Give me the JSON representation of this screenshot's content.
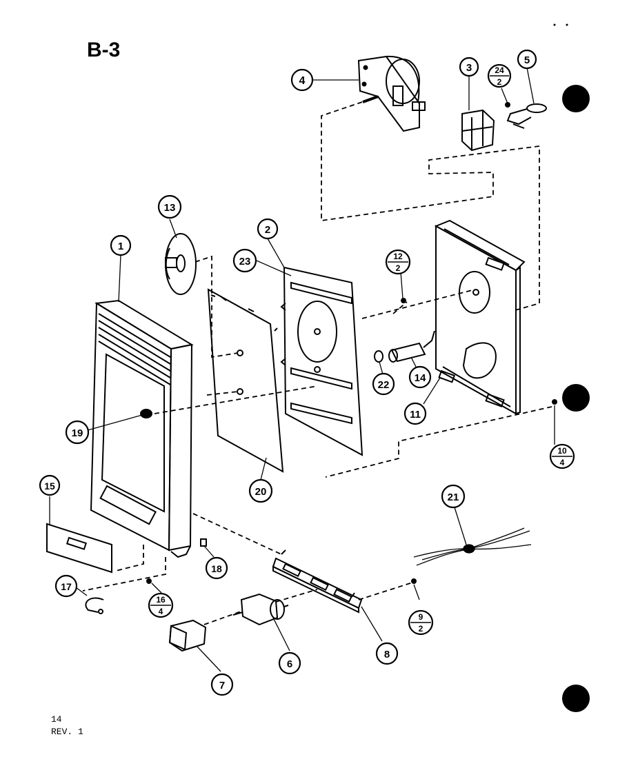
{
  "title": "B-3",
  "footer": {
    "page": "14",
    "revision": "REV. 1"
  },
  "callouts": {
    "c1": "1",
    "c2": "2",
    "c3": "3",
    "c4": "4",
    "c5": "5",
    "c6": "6",
    "c7": "7",
    "c8": "8",
    "c11": "11",
    "c13": "13",
    "c14": "14",
    "c15": "15",
    "c17": "17",
    "c18": "18",
    "c19": "19",
    "c20": "20",
    "c21": "21",
    "c22": "22",
    "c23": "23"
  },
  "fraction_callouts": {
    "f9": {
      "top": "9",
      "bottom": "2"
    },
    "f10": {
      "top": "10",
      "bottom": "4"
    },
    "f12": {
      "top": "12",
      "bottom": "2"
    },
    "f16": {
      "top": "16",
      "bottom": "4"
    },
    "f24": {
      "top": "24",
      "bottom": "2"
    }
  }
}
